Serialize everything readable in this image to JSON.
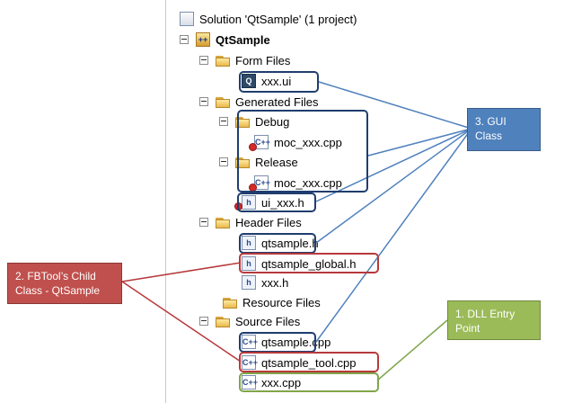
{
  "tree": {
    "solution": "Solution 'QtSample' (1 project)",
    "project": "QtSample",
    "form_files": "Form Files",
    "xxx_ui": "xxx.ui",
    "generated_files": "Generated Files",
    "debug": "Debug",
    "moc_debug": "moc_xxx.cpp",
    "release": "Release",
    "moc_release": "moc_xxx.cpp",
    "ui_xxx_h": "ui_xxx.h",
    "header_files": "Header Files",
    "qtsample_h": "qtsample.h",
    "qtsample_global_h": "qtsample_global.h",
    "xxx_h": "xxx.h",
    "resource_files": "Resource Files",
    "source_files": "Source Files",
    "qtsample_cpp": "qtsample.cpp",
    "qtsample_tool_cpp": "qtsample_tool.cpp",
    "xxx_cpp": "xxx.cpp"
  },
  "icons": {
    "cpp_label": "C++",
    "h_label": "h"
  },
  "callouts": {
    "gui_class": {
      "line1": "3. GUI",
      "line2": "Class",
      "color": "#4f81bd"
    },
    "fbtool": {
      "line1": "2. FBTool’s Child",
      "line2": "Class - QtSample",
      "color": "#c0504d"
    },
    "dll_entry": {
      "line1": "1. DLL Entry",
      "line2": "Point",
      "color": "#9bbb59"
    }
  }
}
